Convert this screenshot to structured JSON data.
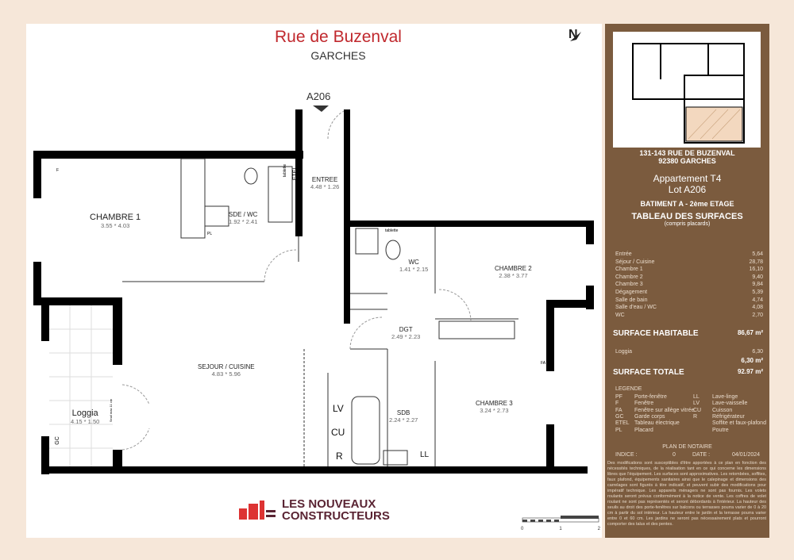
{
  "header": {
    "street": "Rue de Buzenval",
    "city": "GARCHES",
    "lot_marker": "A206",
    "north": "N"
  },
  "rooms": [
    {
      "name": "CHAMBRE 1",
      "dims": "3.55 * 4.03"
    },
    {
      "name": "SDE / WC",
      "dims": "1.92 * 2.41"
    },
    {
      "name": "ENTREE",
      "dims": "4.48 * 1.26"
    },
    {
      "name": "WC",
      "dims": "1.41 * 2.15"
    },
    {
      "name": "CHAMBRE 2",
      "dims": "2.38 * 3.77"
    },
    {
      "name": "DGT",
      "dims": "2.49 * 2.23"
    },
    {
      "name": "SEJOUR / CUISINE",
      "dims": "4.83 * 5.96"
    },
    {
      "name": "SDB",
      "dims": "2.24 * 2.27"
    },
    {
      "name": "CHAMBRE 3",
      "dims": "3.24 * 2.73"
    },
    {
      "name": "Loggia",
      "dims": "4.15 * 1.50"
    }
  ],
  "plan_labels": {
    "etel": "ETEL",
    "tablette1": "tablette",
    "tablette2": "tablette",
    "lv": "LV",
    "cu": "CU",
    "r": "R",
    "ll": "LL",
    "gc": "GC",
    "seuil": "Seuil max 11 cm",
    "pl": "PL",
    "f": "F",
    "fa": "FA",
    "pf": "PF"
  },
  "logo": {
    "line1": "LES NOUVEAUX",
    "line2": "CONSTRUCTEURS"
  },
  "scale": {
    "ticks": [
      "0",
      "1",
      "2"
    ]
  },
  "panel": {
    "address1": "131-143 RUE DE BUZENVAL",
    "address2": "92380 GARCHES",
    "apt": "Appartement T4",
    "lot": "Lot A206",
    "building": "BATIMENT A - 2ème ETAGE",
    "table_title": "TABLEAU DES SURFACES",
    "table_sub": "(compris placards)",
    "surfaces": [
      {
        "label": "Entrée",
        "value": "5,64"
      },
      {
        "label": "Séjour / Cuisine",
        "value": "28,78"
      },
      {
        "label": "Chambre 1",
        "value": "16,10"
      },
      {
        "label": "Chambre 2",
        "value": "9,40"
      },
      {
        "label": "Chambre 3",
        "value": "9,84"
      },
      {
        "label": "Dégagement",
        "value": "5,39"
      },
      {
        "label": "Salle de bain",
        "value": "4,74"
      },
      {
        "label": "Salle d'eau / WC",
        "value": "4,08"
      },
      {
        "label": "WC",
        "value": "2,70"
      }
    ],
    "habitable_label": "SURFACE HABITABLE",
    "habitable_value": "86,67 m²",
    "loggia_label": "Loggia",
    "loggia_value": "6,30",
    "loggia_total": "6,30 m²",
    "total_label": "SURFACE TOTALE",
    "total_value": "92.97 m²",
    "legend_title": "LEGENDE",
    "legend_left": [
      [
        "PF",
        "Porte-fenêtre"
      ],
      [
        "F",
        "Fenêtre"
      ],
      [
        "FA",
        "Fenêtre  sur allège vitrée"
      ],
      [
        "GC",
        "Garde corps"
      ],
      [
        "ETEL",
        "Tableau électrique"
      ],
      [
        "PL",
        "Placard"
      ]
    ],
    "legend_right": [
      [
        "LL",
        "Lave-linge"
      ],
      [
        "LV",
        "Lave-vaisselle"
      ],
      [
        "CU",
        "Cuisson"
      ],
      [
        "R",
        "Réfrigérateur"
      ],
      [
        "",
        "Soffite et faux-plafond"
      ],
      [
        "",
        "Poutre"
      ]
    ],
    "plan_type": "PLAN DE NOTAIRE",
    "indice_label": "INDICE :",
    "indice": "0",
    "date_label": "DATE :",
    "date": "04/01/2024",
    "note": "Des modifications sont susceptibles d'être apportées à ce plan en fonction des nécessités techniques, de la réalisation tant en ce qui concerne les dimensions libres que l'équipement. Les surfaces sont approximatives. Les retombées, soffites, faux plafond, équipements sanitaires ainsi que le calepinage et dimensions des carrelages sont figurés à titre indicatif, et peuvent subir des modifications pour impératif technique. Les appareils ménagers ne sont pas fournis. Les volets roulants seront prévus conformément à la notice de vente. Les coffres de volet roulant ne sont pas représentés et seront débordants à l'intérieur. La hauteur des seuils au droit des porte-fenêtres sur balcons ou terrasses pourra varier de 0 à 20 cm à partir du sol intérieur. La hauteur entre le jardin et la terrasse pourra varier entre 0 et 60 cm. Les jardins ne seront pas nécessairement plats et pourront comporter des talus et des pentes."
  }
}
